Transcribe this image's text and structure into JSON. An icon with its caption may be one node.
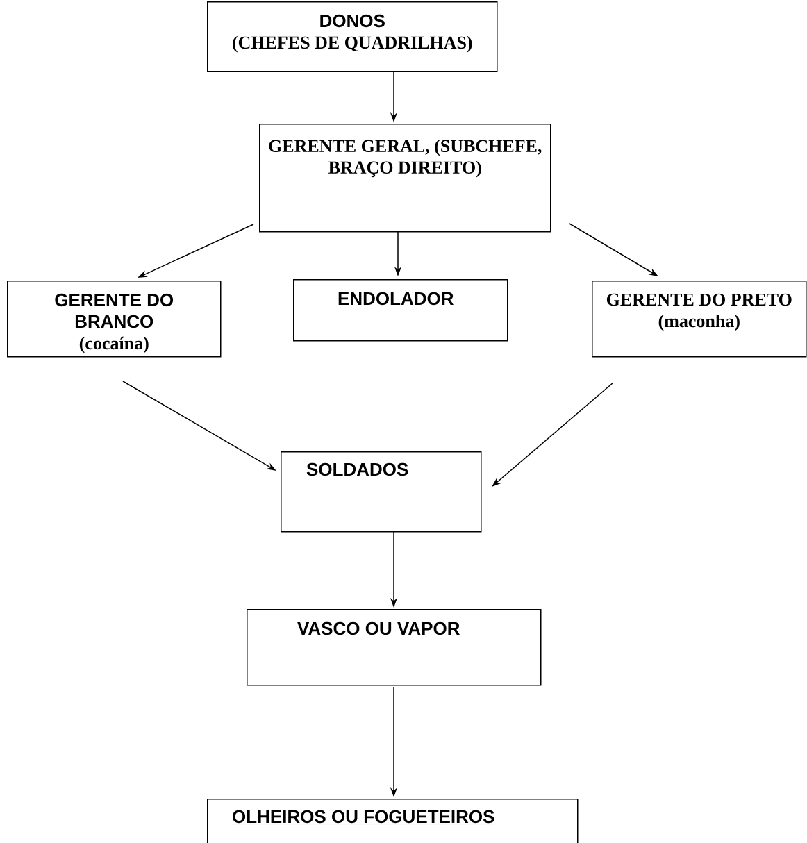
{
  "diagram": {
    "nodes": [
      {
        "text": [
          "DONOS",
          "(CHEFES DE QUADRILHAS)"
        ]
      },
      {
        "text": [
          "GERENTE GERAL, (SUBCHEFE, BRAÇO DIREITO)"
        ]
      },
      {
        "text": [
          "GERENTE DO BRANCO",
          "(cocaína)"
        ]
      },
      {
        "text": [
          "ENDOLADOR"
        ]
      },
      {
        "text": [
          "GERENTE DO PRETO",
          "(maconha)"
        ]
      },
      {
        "text": [
          "SOLDADOS"
        ]
      },
      {
        "text": [
          "VASCO OU VAPOR"
        ]
      },
      {
        "text": [
          "OLHEIROS OU FOGUETEIROS"
        ]
      }
    ],
    "edges": [
      {
        "from": 0,
        "to": 1,
        "arrow": "to"
      },
      {
        "from": 1,
        "to": 2,
        "arrow": "to"
      },
      {
        "from": 1,
        "to": 3,
        "arrow": "to"
      },
      {
        "from": 1,
        "to": 4,
        "arrow": "to"
      },
      {
        "from": 2,
        "to": 5,
        "arrow": "to"
      },
      {
        "from": 4,
        "to": 5,
        "arrow": "to"
      },
      {
        "from": 5,
        "to": 6,
        "arrow": "to"
      },
      {
        "from": 6,
        "to": 7,
        "arrow": "to"
      }
    ]
  }
}
